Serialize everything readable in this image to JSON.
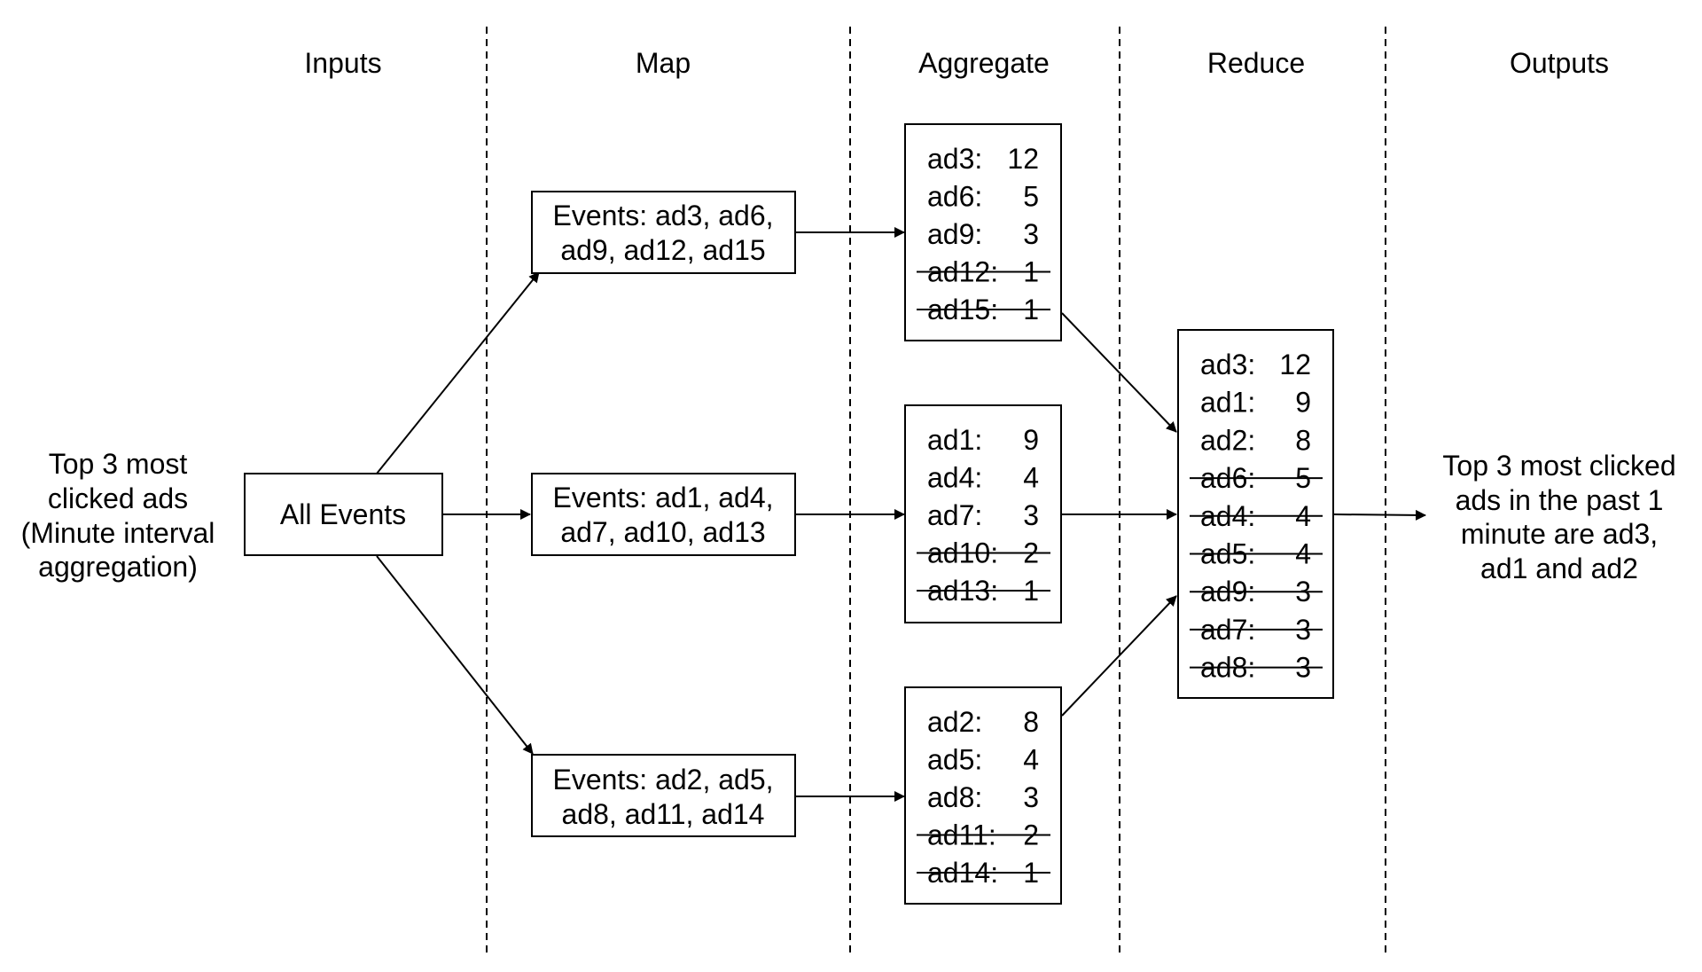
{
  "columns": [
    "Inputs",
    "Map",
    "Aggregate",
    "Reduce",
    "Outputs"
  ],
  "input_text": [
    "Top 3 most",
    "clicked ads",
    "(Minute interval",
    "aggregation)"
  ],
  "source_box": "All Events",
  "map_boxes": [
    [
      "Events: ad3, ad6,",
      "ad9, ad12, ad15"
    ],
    [
      "Events: ad1, ad4,",
      "ad7, ad10, ad13"
    ],
    [
      "Events: ad2, ad5,",
      "ad8, ad11, ad14"
    ]
  ],
  "aggregate_boxes": [
    [
      {
        "ad": "ad3:",
        "count": "12",
        "struck": false
      },
      {
        "ad": "ad6:",
        "count": "5",
        "struck": false
      },
      {
        "ad": "ad9:",
        "count": "3",
        "struck": false
      },
      {
        "ad": "ad12:",
        "count": "1",
        "struck": true
      },
      {
        "ad": "ad15:",
        "count": "1",
        "struck": true
      }
    ],
    [
      {
        "ad": "ad1:",
        "count": "9",
        "struck": false
      },
      {
        "ad": "ad4:",
        "count": "4",
        "struck": false
      },
      {
        "ad": "ad7:",
        "count": "3",
        "struck": false
      },
      {
        "ad": "ad10:",
        "count": "2",
        "struck": true
      },
      {
        "ad": "ad13:",
        "count": "1",
        "struck": true
      }
    ],
    [
      {
        "ad": "ad2:",
        "count": "8",
        "struck": false
      },
      {
        "ad": "ad5:",
        "count": "4",
        "struck": false
      },
      {
        "ad": "ad8:",
        "count": "3",
        "struck": false
      },
      {
        "ad": "ad11:",
        "count": "2",
        "struck": true
      },
      {
        "ad": "ad14:",
        "count": "1",
        "struck": true
      }
    ]
  ],
  "reduce_box": [
    {
      "ad": "ad3:",
      "count": "12",
      "struck": false
    },
    {
      "ad": "ad1:",
      "count": "9",
      "struck": false
    },
    {
      "ad": "ad2:",
      "count": "8",
      "struck": false
    },
    {
      "ad": "ad6:",
      "count": "5",
      "struck": true
    },
    {
      "ad": "ad4:",
      "count": "4",
      "struck": true
    },
    {
      "ad": "ad5:",
      "count": "4",
      "struck": true
    },
    {
      "ad": "ad9:",
      "count": "3",
      "struck": true
    },
    {
      "ad": "ad7:",
      "count": "3",
      "struck": true
    },
    {
      "ad": "ad8:",
      "count": "3",
      "struck": true
    }
  ],
  "output_text": [
    "Top 3 most clicked",
    "ads in the past 1",
    "minute are ad3,",
    "ad1 and ad2"
  ]
}
